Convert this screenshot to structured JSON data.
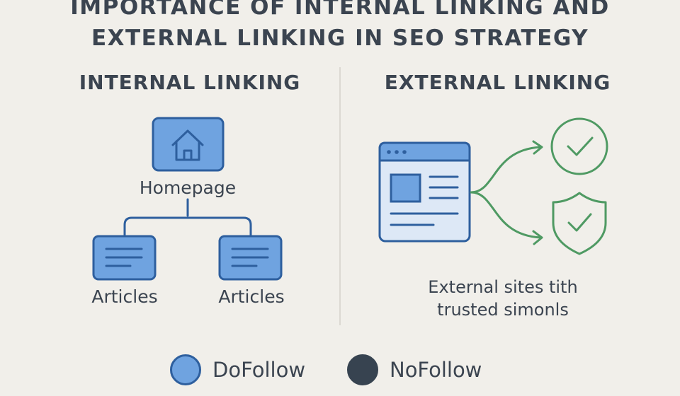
{
  "title": {
    "line1": "IMPORTANCE OF INTERNAL LINKING AND",
    "line2": "EXTERNAL LINKING IN SEO STRATEGY"
  },
  "internal": {
    "heading": "INTERNAL LINKING",
    "homepage_label": "Homepage",
    "articles_left_label": "Articles",
    "articles_right_label": "Articles"
  },
  "external": {
    "heading": "EXTERNAL LINKING",
    "caption_line1": "External sites tith",
    "caption_line2": "trusted simonls"
  },
  "legend": {
    "dofollow_label": "DoFollow",
    "nofollow_label": "NoFollow",
    "dofollow_color": "#6fa3e0",
    "nofollow_color": "#374350"
  },
  "colors": {
    "blue_fill": "#6fa3e0",
    "blue_stroke": "#2e5f9e",
    "green": "#4f9a63",
    "text": "#3b4450",
    "background": "#f1efea"
  },
  "icons": {
    "homepage": "house-icon",
    "article": "document-icon",
    "webpage": "browser-window-icon",
    "trusted": "check-circle-icon",
    "secure": "shield-check-icon"
  }
}
